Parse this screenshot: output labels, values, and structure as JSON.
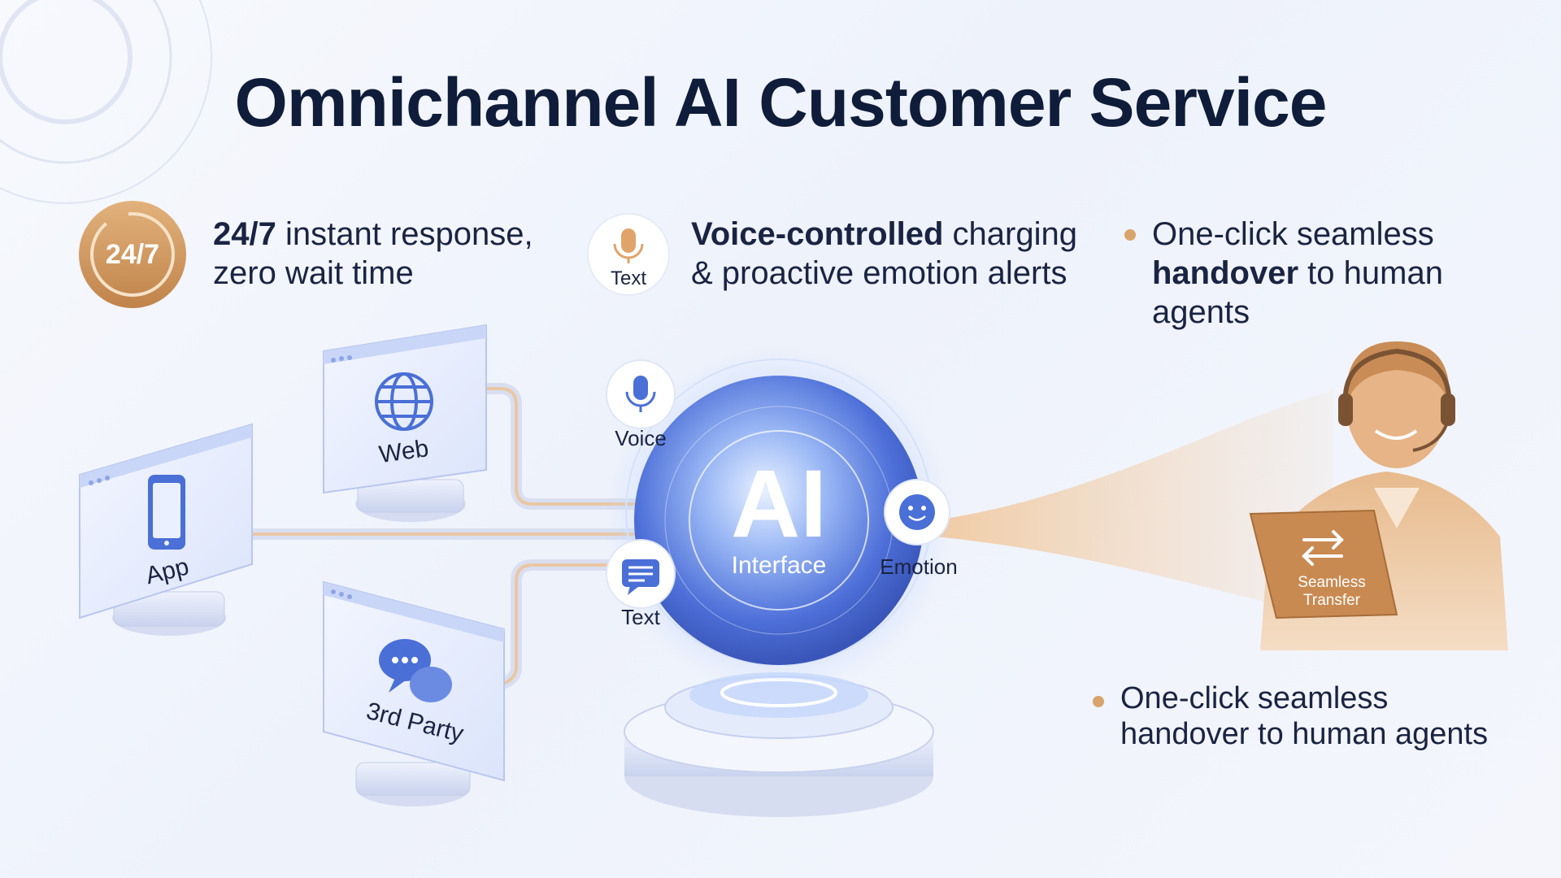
{
  "title": "Omnichannel AI Customer Service",
  "badge": {
    "label": "24/7"
  },
  "features": {
    "f1": {
      "bold": "24/7",
      "rest_line1": " instant response,",
      "line2": "zero wait time"
    },
    "f2": {
      "icon_label": "Text",
      "bold": "Voice-controlled",
      "rest_line1": " charging",
      "line2": "& proactive emotion alerts"
    },
    "f3": {
      "line1": "One-click seamless",
      "bold": "handover",
      "rest_line2": " to human",
      "line3": "agents"
    },
    "f4": {
      "line1": "One-click seamless",
      "line2": "handover to human agents"
    }
  },
  "channels": {
    "web": "Web",
    "app": "App",
    "third_party": "3rd Party"
  },
  "modes": {
    "voice": "Voice",
    "text": "Text",
    "emotion": "Emotion"
  },
  "ai_core": {
    "big": "AI",
    "sub": "Interface"
  },
  "agent": {
    "tablet_line1": "Seamless",
    "tablet_line2": "Transfer"
  },
  "colors": {
    "title": "#0f1d3a",
    "accent_gold": "#d8a46d",
    "accent_blue": "#4a6fd6",
    "orb_core": "#5b7fe0"
  },
  "icons": [
    "badge-24-7-icon",
    "microphone-icon",
    "globe-icon",
    "smartphone-icon",
    "chat-bubbles-icon",
    "text-message-icon",
    "emotion-face-icon",
    "headset-agent-icon",
    "transfer-arrows-icon"
  ]
}
